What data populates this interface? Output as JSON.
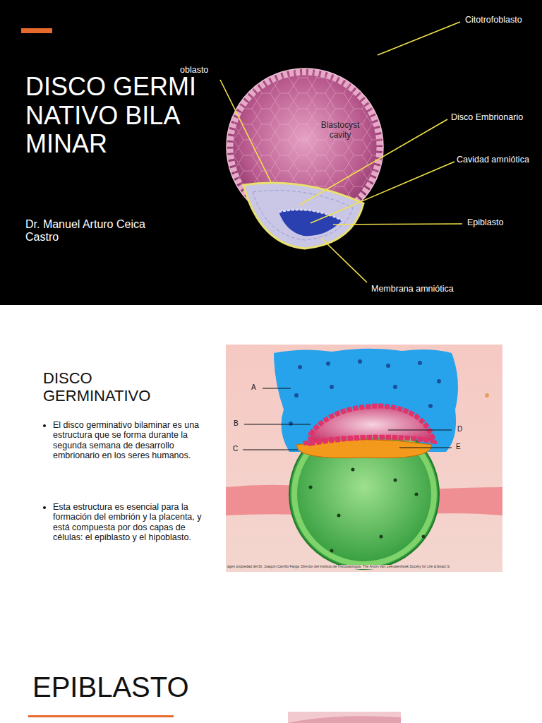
{
  "diagram": {
    "title": "DISCO GERMINATIVO BILAMINAR",
    "labels": [
      "Dr. Manuel Arturo Ceica Castro",
      "Citotrofoblasto",
      "oblasto",
      "Blastocyst cavity",
      "Disco Embrionario",
      "Cavidad amniótica",
      "Epiblasto",
      "Membrana amniótica",
      "DISCO GERMINATIVO",
      "El disco germinativo bilaminar es una estructura que se forma durante la segunda semana de desarrollo embrionario en los seres humanos.",
      "Esta estructura es esencial para la formación del embrión y la placenta, y está compuesta por dos capas de células: el epiblasto y el hipoblasto.",
      "A",
      "B",
      "C",
      "D",
      "E",
      "agen propiedad del Dr. Joaquín Carrillo Farga. Director del Instituto de Histopatología. The Antón Van Leeuwenhoek Society for Life & Exact S",
      "EPIBLASTO"
    ]
  }
}
